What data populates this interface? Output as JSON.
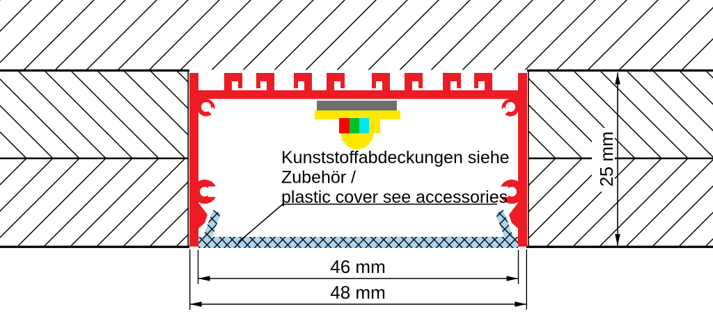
{
  "annotation": {
    "line1": "Kunststoffabdeckungen siehe",
    "line2": "Zubehör /",
    "line3": "plastic cover see accessories"
  },
  "dimensions": {
    "inner_width_label": "46 mm",
    "outer_width_label": "48 mm",
    "height_label": "25 mm"
  },
  "colors": {
    "profile_red": "#ED1C24",
    "cover_blue": "#AAD4F0",
    "led_pcb_gray": "#6F6F6F",
    "led_yellow": "#FFE800",
    "led_chip_red": "#FF0000",
    "led_chip_green": "#00C226",
    "led_chip_cyan": "#00E6F6",
    "line_black": "#000000"
  }
}
